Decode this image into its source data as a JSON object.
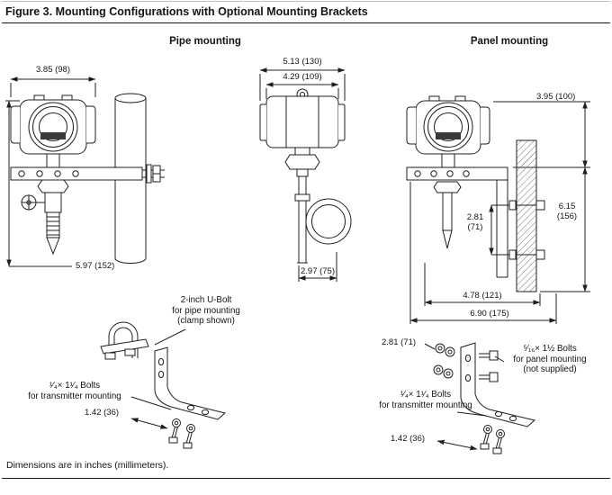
{
  "figure": {
    "title": "Figure 3. Mounting Configurations with Optional Mounting Brackets",
    "footnote": "Dimensions are in inches (millimeters)."
  },
  "pipe_mounting": {
    "heading": "Pipe mounting",
    "dims": {
      "housing_width": "3.85 (98)",
      "overall_height": "5.97 (152)"
    }
  },
  "front_view": {
    "dims": {
      "cover_width": "5.13 (130)",
      "housing_width": "4.29 (109)",
      "bracket_depth": "2.97 (75)"
    }
  },
  "panel_mounting": {
    "heading": "Panel mounting",
    "dims": {
      "housing_height": "3.95 (100)",
      "bolt_spacing": "2.81\n(71)",
      "bracket_height": "6.15\n(156)",
      "depth_to_panel": "4.78 (121)",
      "overall_depth": "6.90 (175)"
    }
  },
  "pipe_bracket": {
    "u_bolt_label": "2-inch U-Bolt\nfor pipe mounting\n(clamp shown)",
    "transmitter_bolts_label": "¹⁄₄× 1¹⁄₄ Bolts\nfor transmitter mounting",
    "bolt_spacing": "1.42 (36)"
  },
  "panel_bracket": {
    "bolt_spacing_top": "2.81 (71)",
    "panel_bolts_label": "⁵⁄₁₆× 1½ Bolts\nfor panel mounting\n(not supplied)",
    "transmitter_bolts_label": "¹⁄₄× 1¹⁄₄ Bolts\nfor transmitter mounting",
    "bolt_spacing_bottom": "1.42 (36)"
  }
}
